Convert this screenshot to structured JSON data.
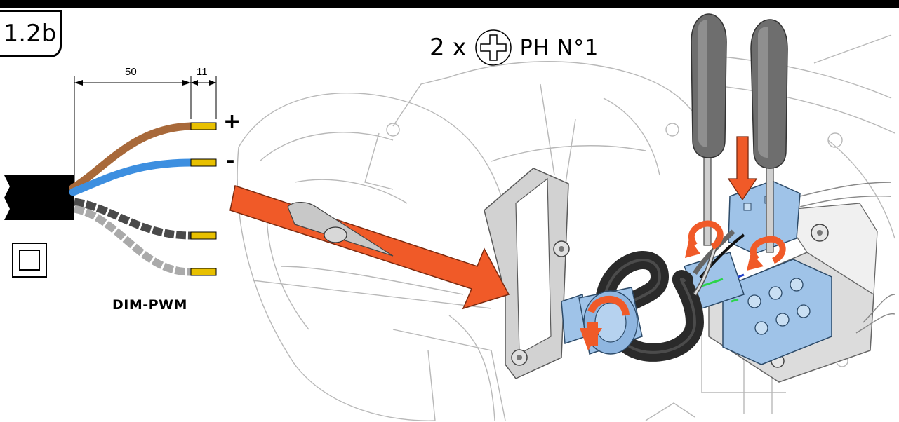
{
  "step": {
    "number": "1.2b"
  },
  "screws": {
    "quantity": "2 x",
    "type": "PH N°1",
    "icon": "phillips-screw-head-icon"
  },
  "cable": {
    "name": "DIM-PWM",
    "dimensions": {
      "sheath_strip": "50",
      "wire_strip": "11"
    },
    "wires": [
      {
        "color": "#a8693a",
        "role": "brown",
        "polarity": "+"
      },
      {
        "color": "#3d8fe0",
        "role": "blue",
        "polarity": "-"
      },
      {
        "color": "#4a4a4a",
        "role": "dark-grey",
        "polarity": ""
      },
      {
        "color": "#aaaaaa",
        "role": "light-grey",
        "polarity": ""
      }
    ],
    "insulation_icon": "double-insulation-icon"
  },
  "colors": {
    "arrow": "#f05a28",
    "terminal": "#9fc3e8",
    "cable_jacket": "#2a2a2a",
    "conductor": "#e8c000"
  }
}
